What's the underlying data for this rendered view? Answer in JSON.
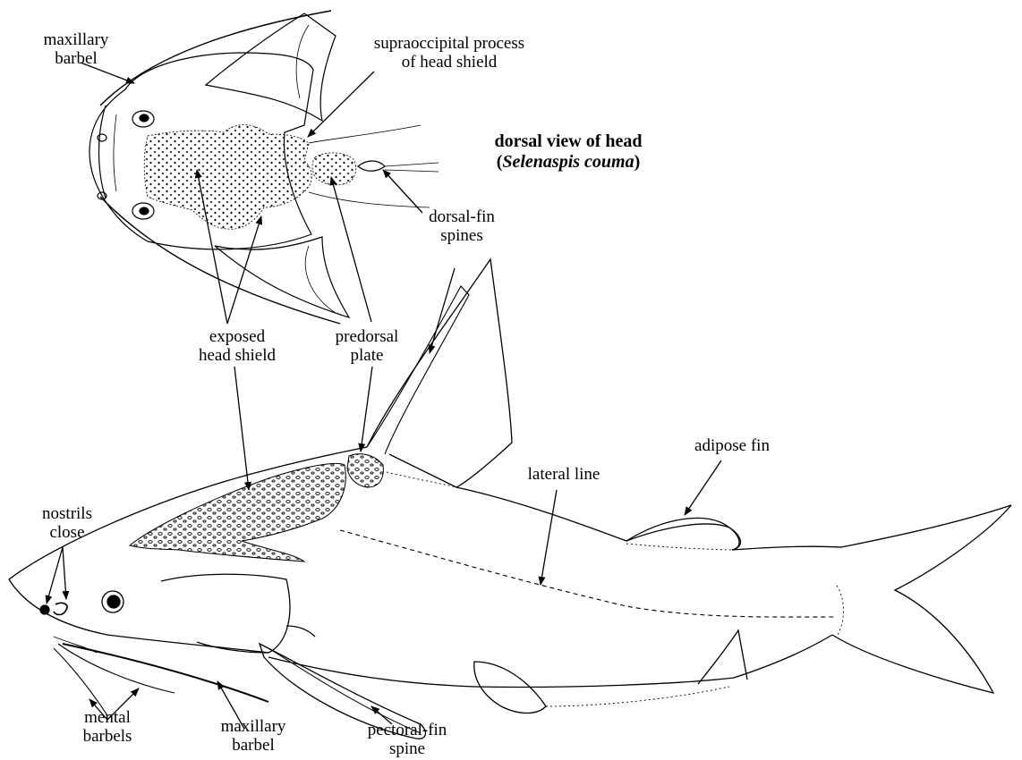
{
  "title": {
    "line1": "dorsal view of head",
    "line2_open": "(",
    "line2_species": "Selenaspis couma",
    "line2_close": ")"
  },
  "labels": {
    "maxillary_barbel_top": [
      "maxillary",
      "barbel"
    ],
    "supraoccipital": [
      "supraoccipital process",
      "of head shield"
    ],
    "dorsal_fin_spines": [
      "dorsal-fin",
      "spines"
    ],
    "exposed_head_shield": [
      "exposed",
      "head shield"
    ],
    "predorsal_plate": [
      "predorsal",
      "plate"
    ],
    "nostrils_close": [
      "nostrils",
      "close"
    ],
    "lateral_line": [
      "lateral line"
    ],
    "adipose_fin": [
      "adipose fin"
    ],
    "mental_barbels": [
      "mental",
      "barbels"
    ],
    "maxillary_barbel_bottom": [
      "maxillary",
      "barbel"
    ],
    "pectoral_fin_spine": [
      "pectoral-fin",
      "spine"
    ]
  },
  "colors": {
    "ink": "#000000",
    "paper": "#ffffff"
  }
}
